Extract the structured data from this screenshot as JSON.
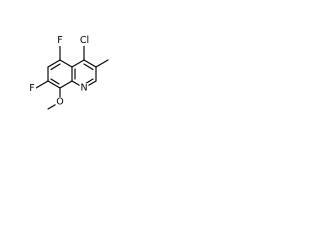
{
  "molecule": {
    "atoms": {
      "chlorine": "Cl",
      "fluorine_top": "F",
      "fluorine_left": "F",
      "oxygen": "O",
      "nitrogen": "N"
    },
    "colors": {
      "bond": "#000000",
      "label": "#000000",
      "background": "#ffffff"
    }
  }
}
